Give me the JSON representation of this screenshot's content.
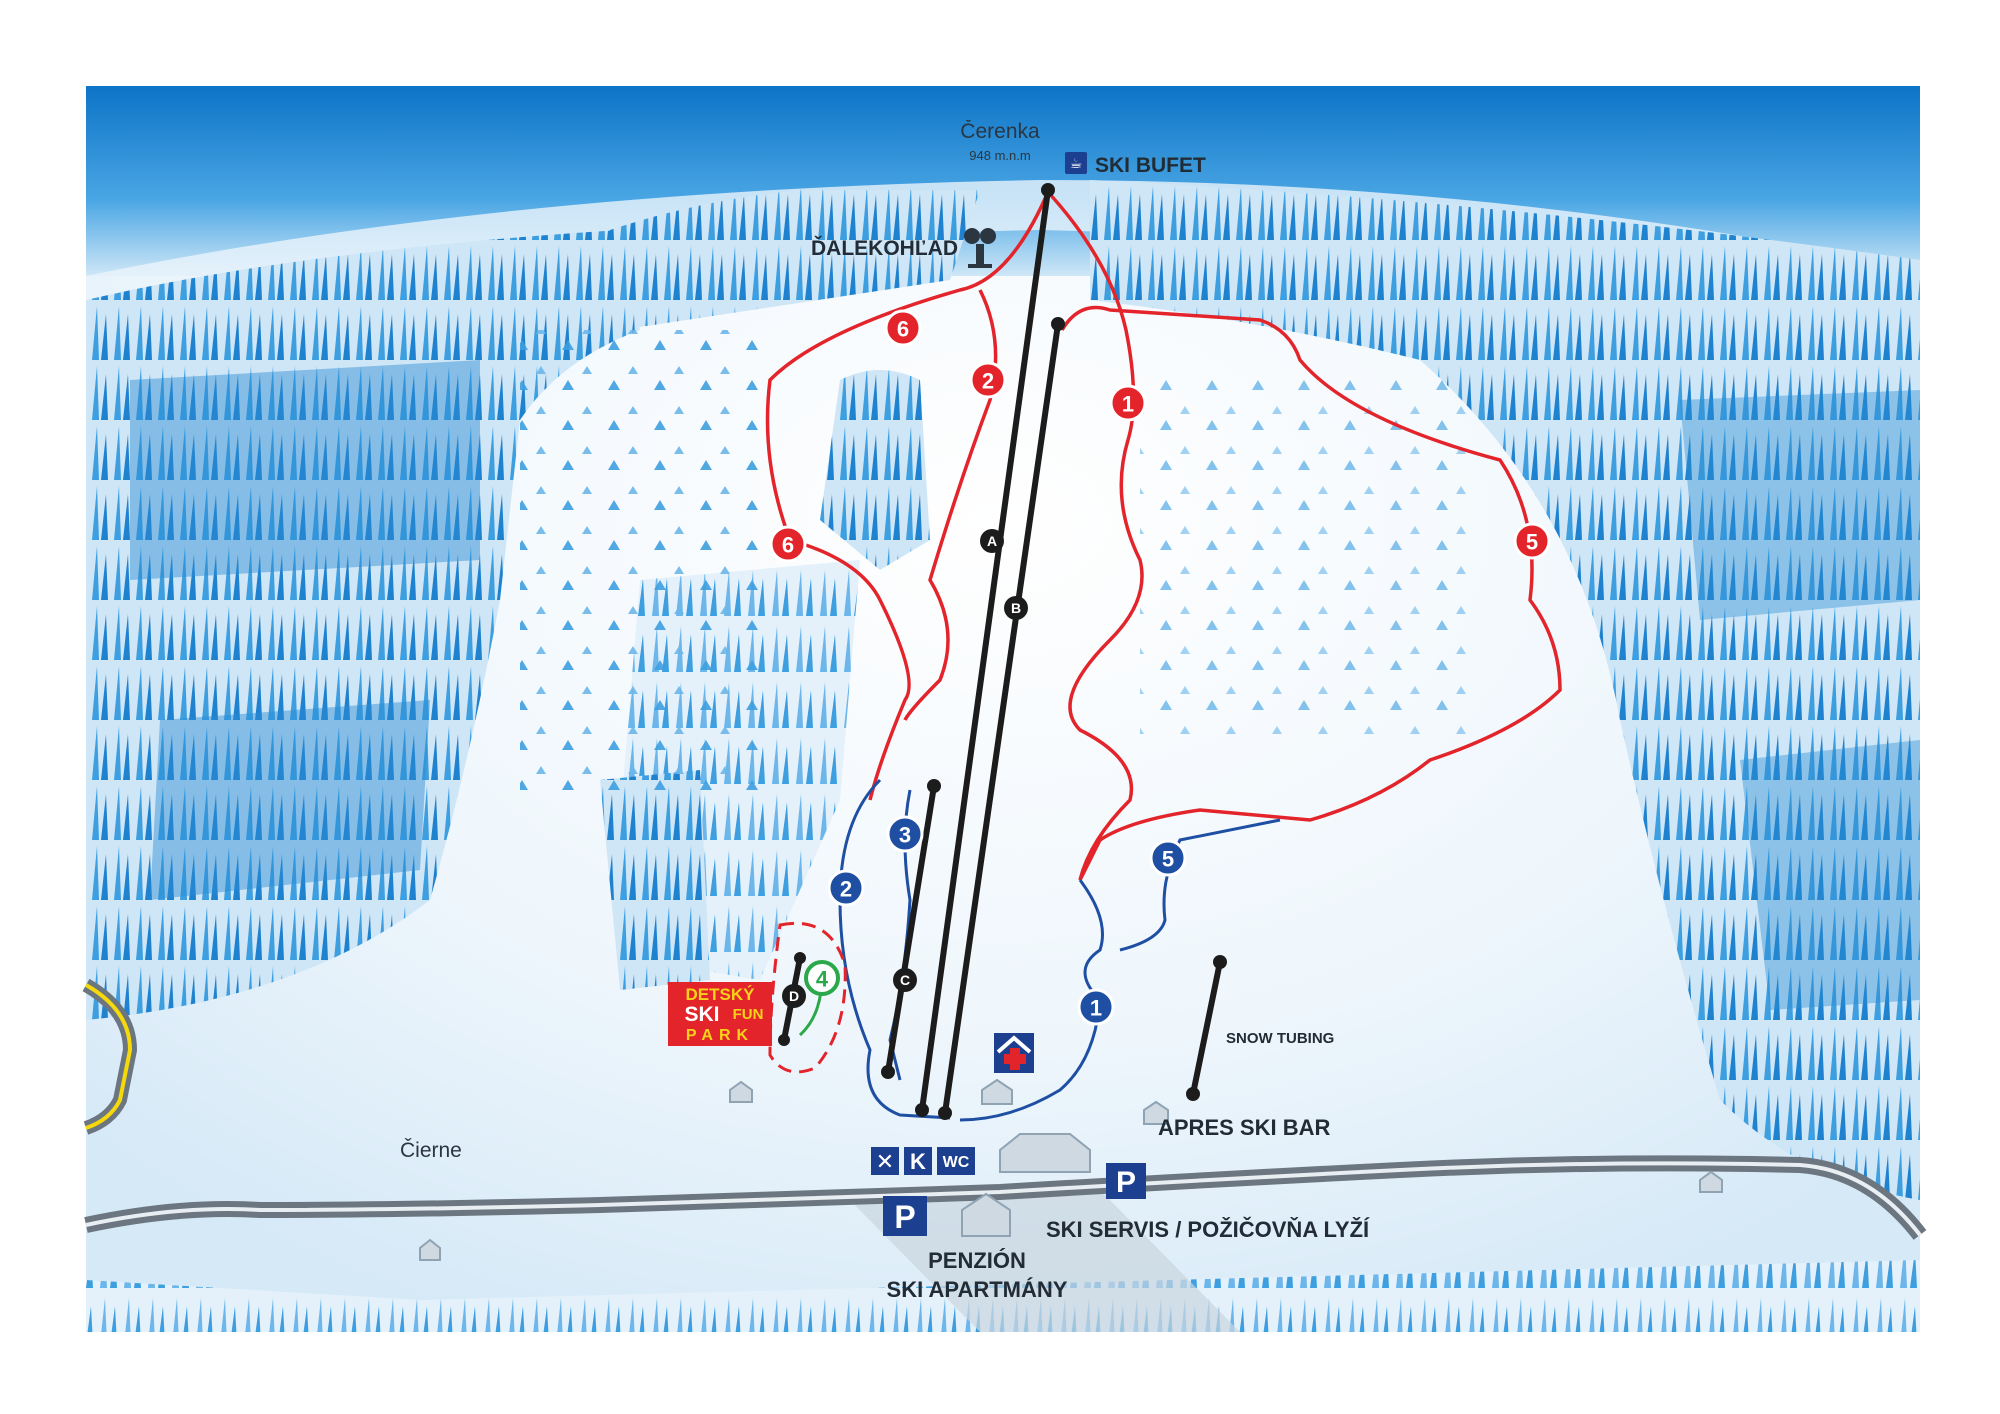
{
  "peak": {
    "name": "Čerenka",
    "altitude": "948 m.n.m"
  },
  "labels": {
    "ski_bufet": "SKI BUFET",
    "dalekohlad": "ĎALEKOHĽAD",
    "snow_tubing": "SNOW TUBING",
    "apres_ski_bar": "APRES SKI BAR",
    "cierne": "Čierne",
    "ski_servis": "SKI SERVIS / POŽIČOVŇA LYŽÍ",
    "penzion_line1": "PENZIÓN",
    "penzion_line2": "SKI APARTMÁNY"
  },
  "kids_park": {
    "line1": "DETSKÝ",
    "line2a": "SKI",
    "line2b": "FUN",
    "line3": "PARK"
  },
  "service_icons": {
    "ski_school": "✕",
    "cash_register": "K",
    "toilet": "WC",
    "parking": "P"
  },
  "lifts": [
    {
      "id": "A"
    },
    {
      "id": "B"
    },
    {
      "id": "C"
    },
    {
      "id": "D"
    }
  ],
  "slopes": [
    {
      "id": "1",
      "difficulty": "red"
    },
    {
      "id": "2",
      "difficulty": "red"
    },
    {
      "id": "5",
      "difficulty": "red"
    },
    {
      "id": "6",
      "difficulty": "red"
    },
    {
      "id": "1",
      "difficulty": "blue"
    },
    {
      "id": "2",
      "difficulty": "blue"
    },
    {
      "id": "3",
      "difficulty": "blue"
    },
    {
      "id": "5",
      "difficulty": "blue"
    },
    {
      "id": "4",
      "difficulty": "green"
    }
  ],
  "colors": {
    "red_slope": "#e3242b",
    "blue_slope": "#1e4fa3",
    "green_slope": "#2aa84a",
    "lift": "#1c1c1c",
    "snow": "#eef6fc",
    "sky": "#2a8fd6",
    "forest": "#3d9fe0",
    "icon_blue": "#1d3f8f"
  }
}
